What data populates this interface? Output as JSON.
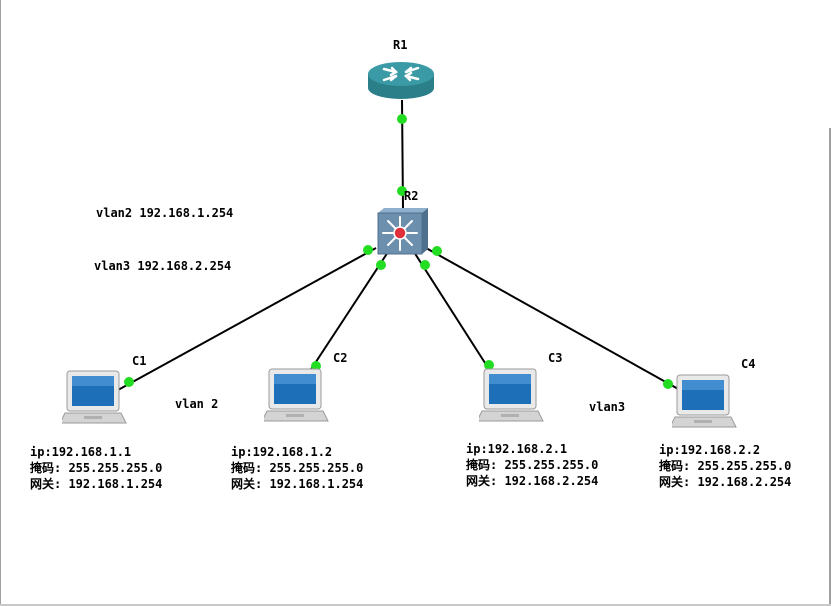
{
  "colors": {
    "link": "#000000",
    "port_dot": "#22dd22",
    "router_body": "#2f8c97",
    "switch_body": "#6c8fae",
    "switch_center": "#e0303a"
  },
  "router": {
    "name": "R1",
    "icon": "router-icon"
  },
  "switch": {
    "name": "R2",
    "icon": "layer3-switch-icon"
  },
  "vlan_notes": {
    "vlan2": "vlan2 192.168.1.254",
    "vlan3": "vlan3 192.168.2.254"
  },
  "group_labels": {
    "left": "vlan 2",
    "right": "vlan3"
  },
  "clients": [
    {
      "name": "C1",
      "icon": "laptop-icon",
      "ip": "ip:192.168.1.1",
      "mask": "掩码: 255.255.255.0",
      "gateway": "网关: 192.168.1.254"
    },
    {
      "name": "C2",
      "icon": "laptop-icon",
      "ip": "ip:192.168.1.2",
      "mask": "掩码: 255.255.255.0",
      "gateway": "网关: 192.168.1.254"
    },
    {
      "name": "C3",
      "icon": "laptop-icon",
      "ip": "ip:192.168.2.1",
      "mask": "掩码: 255.255.255.0",
      "gateway": "网关: 192.168.2.254"
    },
    {
      "name": "C4",
      "icon": "laptop-icon",
      "ip": "ip:192.168.2.2",
      "mask": "掩码: 255.255.255.0",
      "gateway": "网关: 192.168.2.254"
    }
  ]
}
